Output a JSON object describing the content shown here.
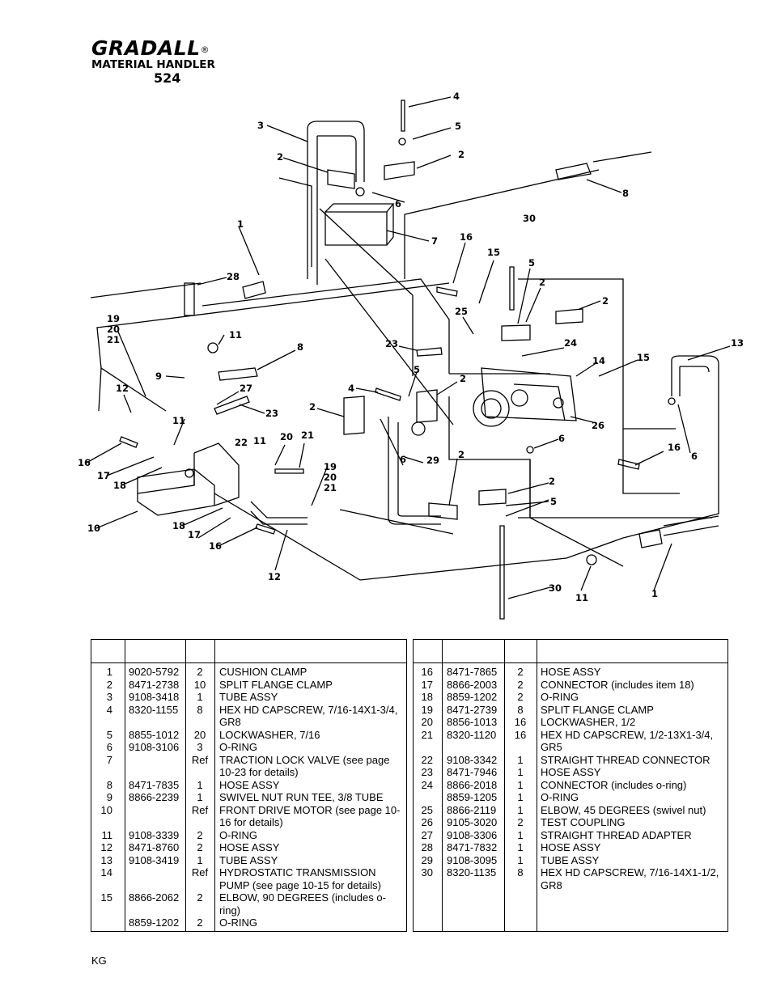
{
  "header": {
    "brand": "GRADALL",
    "registered": "®",
    "subtitle": "MATERIAL HANDLER",
    "model": "524"
  },
  "callouts": [
    "1",
    "2",
    "3",
    "4",
    "5",
    "6",
    "7",
    "8",
    "9",
    "10",
    "11",
    "12",
    "13",
    "14",
    "15",
    "16",
    "17",
    "18",
    "19",
    "20",
    "21",
    "22",
    "23",
    "24",
    "25",
    "26",
    "27",
    "28",
    "29",
    "30"
  ],
  "parts_left": [
    {
      "item": "1",
      "part": "9020-5792",
      "qty": "2",
      "desc": "CUSHION CLAMP"
    },
    {
      "item": "2",
      "part": "8471-2738",
      "qty": "10",
      "desc": "SPLIT FLANGE CLAMP"
    },
    {
      "item": "3",
      "part": "9108-3418",
      "qty": "1",
      "desc": "TUBE ASSY"
    },
    {
      "item": "4",
      "part": "8320-1155",
      "qty": "8",
      "desc": "HEX HD CAPSCREW, 7/16-14X1-3/4, GR8"
    },
    {
      "item": "5",
      "part": "8855-1012",
      "qty": "20",
      "desc": "LOCKWASHER, 7/16"
    },
    {
      "item": "6",
      "part": "9108-3106",
      "qty": "3",
      "desc": "O-RING"
    },
    {
      "item": "7",
      "part": "",
      "qty": "Ref",
      "desc": "TRACTION LOCK VALVE (see page 10-23 for details)"
    },
    {
      "item": "8",
      "part": "8471-7835",
      "qty": "1",
      "desc": "HOSE ASSY"
    },
    {
      "item": "9",
      "part": "8866-2239",
      "qty": "1",
      "desc": "SWIVEL NUT RUN TEE, 3/8 TUBE"
    },
    {
      "item": "10",
      "part": "",
      "qty": "Ref",
      "desc": "FRONT DRIVE MOTOR (see page 10-16 for details)"
    },
    {
      "item": "11",
      "part": "9108-3339",
      "qty": "2",
      "desc": "O-RING"
    },
    {
      "item": "12",
      "part": "8471-8760",
      "qty": "2",
      "desc": "HOSE ASSY"
    },
    {
      "item": "13",
      "part": "9108-3419",
      "qty": "1",
      "desc": "TUBE ASSY"
    },
    {
      "item": "14",
      "part": "",
      "qty": "Ref",
      "desc": "HYDROSTATIC TRANSMISSION PUMP (see page 10-15 for details)"
    },
    {
      "item": "15",
      "part": "8866-2062",
      "qty": "2",
      "desc": "ELBOW, 90 DEGREES (includes o-ring)"
    },
    {
      "item": "",
      "part": "8859-1202",
      "qty": "2",
      "desc": "O-RING"
    }
  ],
  "parts_right": [
    {
      "item": "16",
      "part": "8471-7865",
      "qty": "2",
      "desc": "HOSE ASSY"
    },
    {
      "item": "17",
      "part": "8866-2003",
      "qty": "2",
      "desc": "CONNECTOR (includes item 18)"
    },
    {
      "item": "18",
      "part": "8859-1202",
      "qty": "2",
      "desc": "O-RING"
    },
    {
      "item": "19",
      "part": "8471-2739",
      "qty": "8",
      "desc": "SPLIT FLANGE CLAMP"
    },
    {
      "item": "20",
      "part": "8856-1013",
      "qty": "16",
      "desc": "LOCKWASHER, 1/2"
    },
    {
      "item": "21",
      "part": "8320-1120",
      "qty": "16",
      "desc": "HEX HD CAPSCREW, 1/2-13X1-3/4, GR5"
    },
    {
      "item": "22",
      "part": "9108-3342",
      "qty": "1",
      "desc": "STRAIGHT THREAD CONNECTOR"
    },
    {
      "item": "23",
      "part": "8471-7946",
      "qty": "1",
      "desc": "HOSE ASSY"
    },
    {
      "item": "24",
      "part": "8866-2018",
      "qty": "1",
      "desc": "CONNECTOR (includes o-ring)"
    },
    {
      "item": "",
      "part": "8859-1205",
      "qty": "1",
      "desc": "O-RING"
    },
    {
      "item": "25",
      "part": "8866-2119",
      "qty": "1",
      "desc": "ELBOW, 45 DEGREES (swivel nut)"
    },
    {
      "item": "26",
      "part": "9105-3020",
      "qty": "2",
      "desc": "TEST COUPLING"
    },
    {
      "item": "27",
      "part": "9108-3306",
      "qty": "1",
      "desc": "STRAIGHT THREAD ADAPTER"
    },
    {
      "item": "28",
      "part": "8471-7832",
      "qty": "1",
      "desc": "HOSE ASSY"
    },
    {
      "item": "29",
      "part": "9108-3095",
      "qty": "1",
      "desc": "TUBE ASSY"
    },
    {
      "item": "30",
      "part": "8320-1135",
      "qty": "8",
      "desc": "HEX HD CAPSCREW, 7/16-14X1-1/2, GR8"
    }
  ],
  "footer": {
    "code": "KG"
  }
}
